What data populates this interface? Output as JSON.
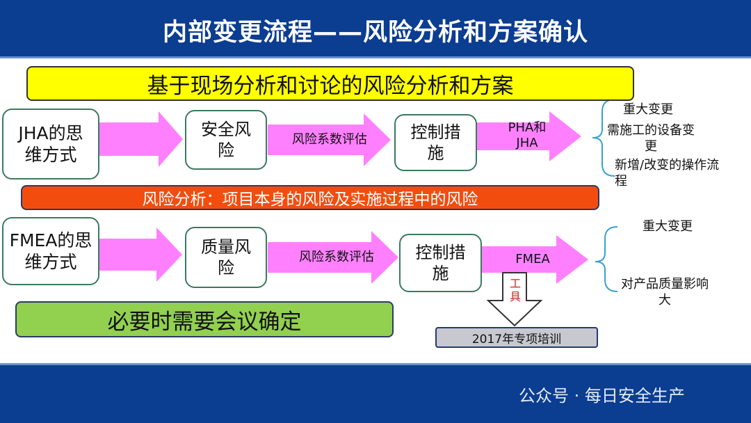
{
  "title": "内部变更流程——风险分析和方案确认",
  "band_top": "基于现场分析和讨论的风险分析和方案",
  "band_middle": "风险分析：项目本身的风险及实施过程中的风险",
  "band_bottom": "必要时需要会议确定",
  "row1": {
    "start": "JHA的思维方式",
    "risk": "安全风险",
    "arrow_label": "风险系数评估",
    "control": "控制措施",
    "method": "PHA和JHA",
    "outcomes": [
      "重大变更",
      "需施工的设备变更",
      "新增/改变的操作流程"
    ]
  },
  "row2": {
    "start": "FMEA的思维方式",
    "risk": "质量风险",
    "arrow_label": "风险系数评估",
    "control": "控制措施",
    "method": "FMEA",
    "outcomes": [
      "重大变更",
      "对产品质量影响大"
    ]
  },
  "tool_label": "工具",
  "training": "2017年专项培训",
  "watermark": "公众号 · 每日安全生产",
  "colors": {
    "header": "#0b3d91",
    "yellow": "#ffff00",
    "orange": "#f24d0f",
    "green": "#92d050",
    "arrow": "#ff80ff",
    "box_border": "#3a7a5e"
  }
}
